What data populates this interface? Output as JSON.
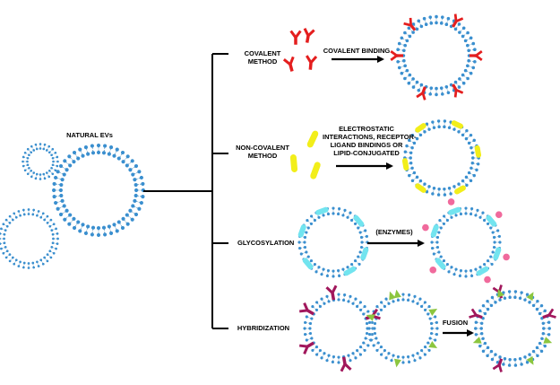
{
  "source_label": "NATURAL EVs",
  "methods": [
    {
      "name": "COVALENT\nMETHOD",
      "process": "COVALENT BINDING",
      "ligand_color": "#e41e1e"
    },
    {
      "name": "NON-COVALENT\nMETHOD",
      "process": "ELECTROSTATIC\nINTERACTIONS, RECEPTOR-\nLIGAND BINDINGS OR\nLIPID-CONJUGATED",
      "ligand_color": "#f2ee1a"
    },
    {
      "name": "GLYCOSYLATION",
      "process": "(ENZYMES)",
      "ligand_color": "#72e4ef",
      "sugar_color": "#f06a9c"
    },
    {
      "name": "HYBRIDIZATION",
      "process": "FUSION",
      "ligand_color": "#a1175c",
      "ligand2_color": "#8cc63f"
    }
  ],
  "membrane_color": "#3a8fcf",
  "icons": [
    "vesicle-icon",
    "antibody-icon",
    "arrow-icon"
  ]
}
